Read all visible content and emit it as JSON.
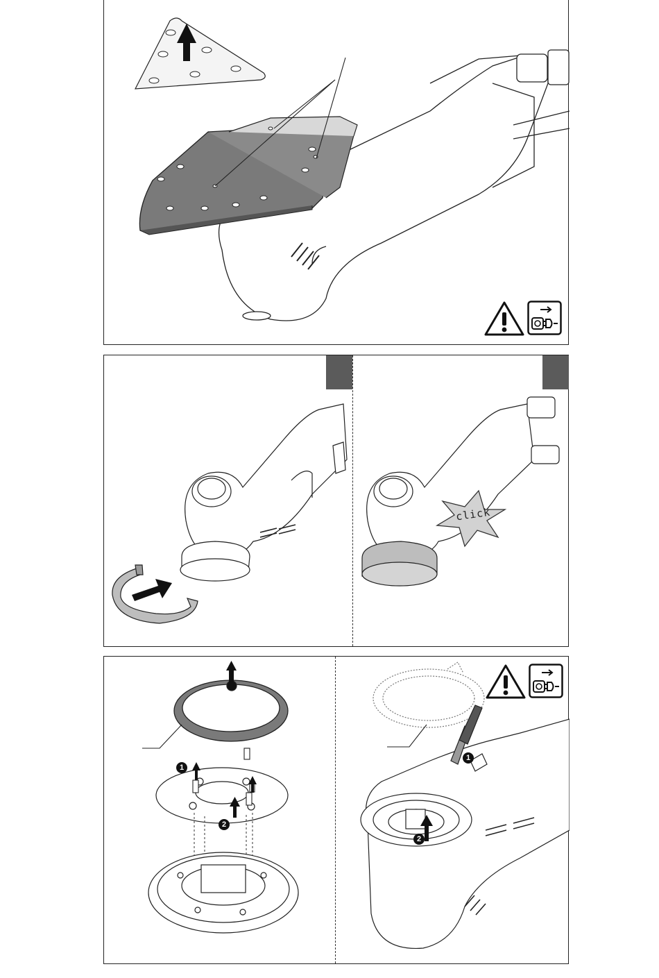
{
  "figures": [
    {
      "id": "figure-top",
      "description_free": true
    },
    {
      "id": "figure-middle"
    },
    {
      "id": "figure-bottom"
    }
  ],
  "middle": {
    "click_text": "click"
  },
  "bottom": {
    "step_left_1": "1",
    "step_left_2": "2",
    "step_right_1": "1",
    "step_right_2": "2"
  },
  "colors": {
    "line": "#222222",
    "pad_dark": "#6e6e6e",
    "tab_gray": "#5b5b5b",
    "light_fill": "#f2f2f2"
  },
  "icons": [
    "warning-triangle-icon",
    "unplug-mains-icon",
    "warning-triangle-icon",
    "unplug-mains-icon"
  ]
}
